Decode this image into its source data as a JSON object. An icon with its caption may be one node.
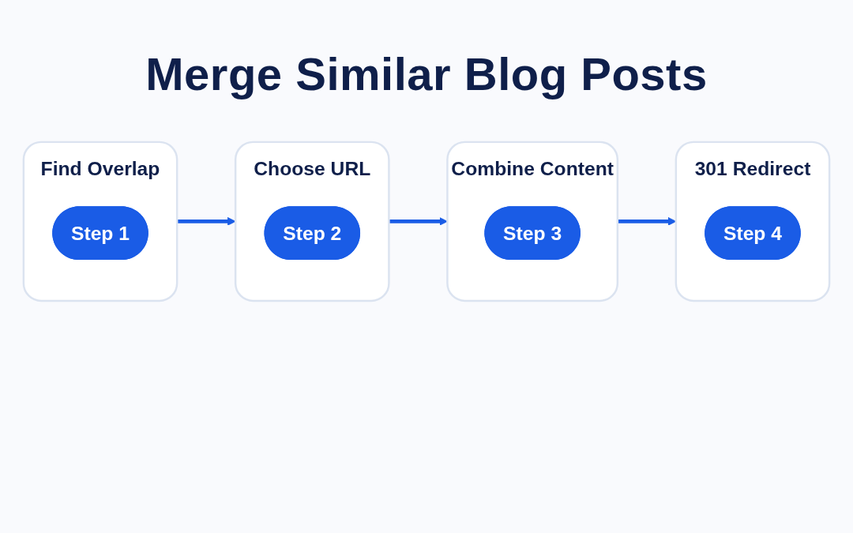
{
  "diagram": {
    "title": "Merge Similar Blog Posts",
    "nodes": [
      {
        "text": [
          "Find Overlap"
        ]
      },
      {
        "text": [
          "Step 1"
        ],
        "in": 0
      },
      {
        "text": [
          "Choose URL"
        ]
      },
      {
        "text": [
          "Step 2"
        ],
        "in": 2
      },
      {
        "text": [
          "Combine Content"
        ]
      },
      {
        "text": [
          "Step 3"
        ],
        "in": 4
      },
      {
        "text": [
          "301 Redirect"
        ]
      },
      {
        "text": [
          "Step 4"
        ],
        "in": 6
      }
    ],
    "edges": [
      {
        "from": 0,
        "to": 2,
        "arrow": "to"
      },
      {
        "from": 2,
        "to": 4,
        "arrow": "to"
      },
      {
        "from": 4,
        "to": 6,
        "arrow": "to"
      }
    ]
  }
}
